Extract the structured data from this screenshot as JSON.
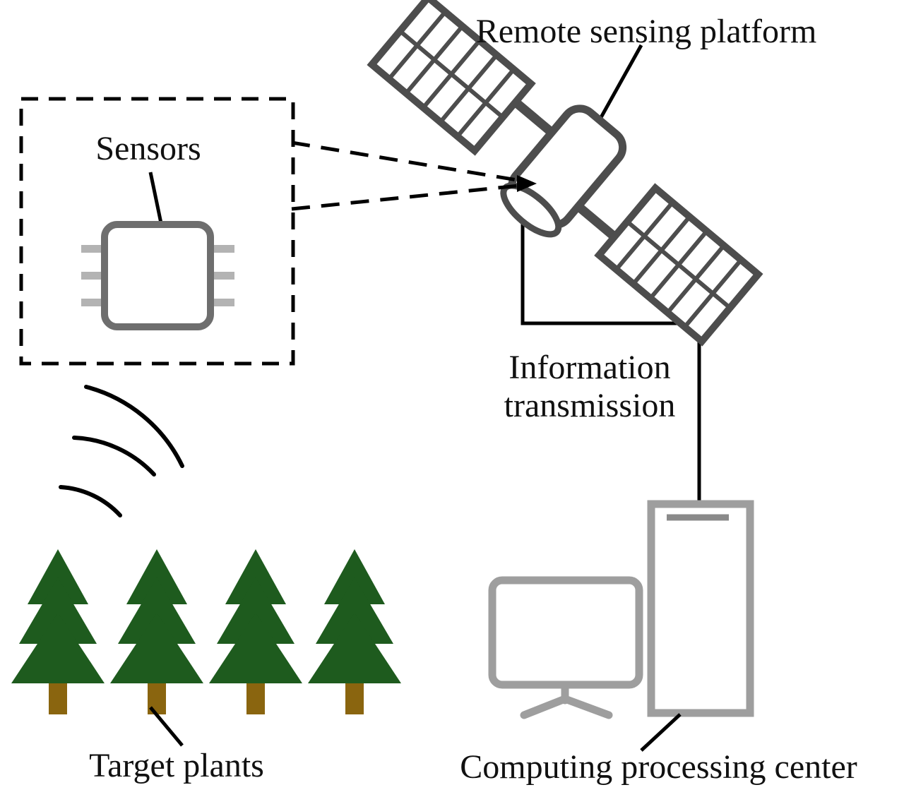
{
  "diagram": {
    "labels": {
      "platform": "Remote sensing platform",
      "sensors": "Sensors",
      "transmission_line1": "Information",
      "transmission_line2": "transmission",
      "plants": "Target plants",
      "center": "Computing processing center"
    },
    "colors": {
      "satellite": "#4d4d4d",
      "computer": "#9e9e9e",
      "chip": "#6e6e6e",
      "chip_pin": "#b3b3b3",
      "tree": "#1e5b1e",
      "trunk": "#8a650f",
      "line": "#000000"
    }
  }
}
